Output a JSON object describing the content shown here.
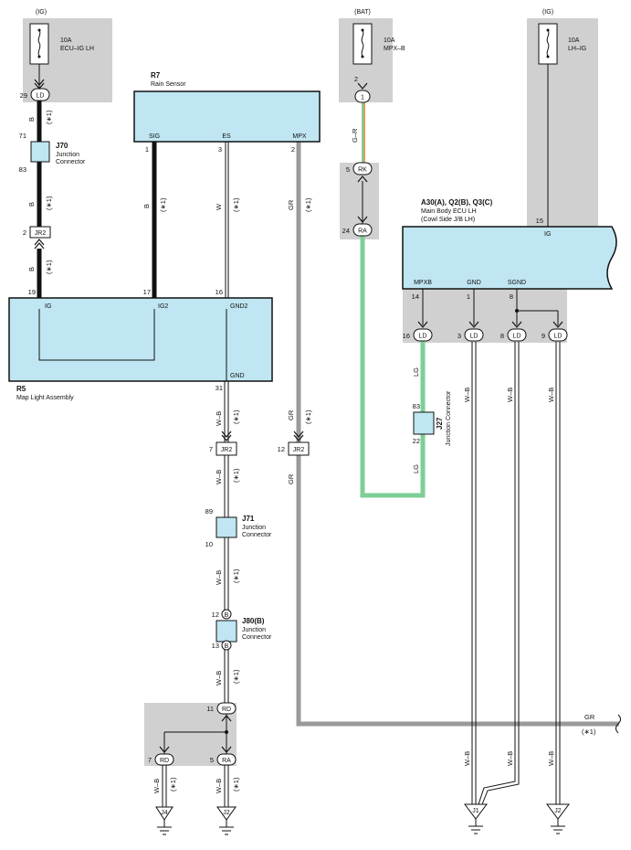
{
  "colors": {
    "component_fill": "#bfe6f2",
    "shade": "#d0d0d0",
    "wire_black": "#111111",
    "wire_gray": "#9a9a9a",
    "wire_green": "#7dcf96",
    "wire_orange": "#e59b5a"
  },
  "fuses": {
    "ecu_ig": {
      "source": "(IG)",
      "rating": "10A",
      "name": "ECU–IG LH",
      "pin": "29",
      "conn": "LD"
    },
    "mpx_b": {
      "source": "(BAT)",
      "rating": "10A",
      "name": "MPX–B",
      "pin": "2",
      "conn": "1"
    },
    "lh_ig": {
      "source": "(IG)",
      "rating": "10A",
      "name": "LH–IG"
    }
  },
  "r7": {
    "code": "R7",
    "name": "Rain Sensor",
    "pins": {
      "sig": "SIG",
      "es": "ES",
      "mpx": "MPX"
    },
    "pin_nums": {
      "sig": "1",
      "es": "3",
      "mpx": "2"
    }
  },
  "r5": {
    "code": "R5",
    "name": "Map Light Assembly",
    "pins": {
      "ig": "IG",
      "ig2": "IG2",
      "gnd2": "GND2",
      "gnd": "GND"
    },
    "pin_nums": {
      "ig": "19",
      "ig2": "17",
      "gnd2": "16",
      "gnd": "31"
    }
  },
  "ecu": {
    "code": "A30(A), Q2(B), Q3(C)",
    "name": "Main Body ECU LH",
    "sub": "(Cowl Side J/B LH)",
    "pins": {
      "ig": "IG",
      "mpxb": "MPXB",
      "gnd": "GND",
      "sgnd": "SGND"
    },
    "pin_nums": {
      "ig": "15",
      "mpxb": "14",
      "gnd": "1",
      "sgnd": "8"
    }
  },
  "junctions": {
    "j70": {
      "code": "J70",
      "name": "Junction",
      "name2": "Connector",
      "pin_top": "71",
      "pin_bottom": "83"
    },
    "j71": {
      "code": "J71",
      "name": "Junction",
      "name2": "Connector",
      "pin_top": "89",
      "pin_bottom": "10"
    },
    "j80": {
      "code": "J80(B)",
      "name": "Junction",
      "name2": "Connector",
      "pin_top": "12",
      "pin_bottom": "13",
      "conn": "B"
    },
    "j27": {
      "code": "J27",
      "name": "Junction Connector",
      "pin_top": "83",
      "pin_bottom": "22"
    }
  },
  "connectors": {
    "jr2_left": {
      "pin": "2",
      "label": "JR2"
    },
    "jr2_mid": {
      "pin": "7",
      "label": "JR2"
    },
    "jr2_gr": {
      "pin": "12",
      "label": "JR2"
    },
    "rk": {
      "pin": "5",
      "label": "RK"
    },
    "ra_top": {
      "pin": "24",
      "label": "RA"
    },
    "ld16": {
      "pin": "16",
      "label": "LD"
    },
    "ld3": {
      "pin": "3",
      "label": "LD"
    },
    "ld8": {
      "pin": "8",
      "label": "LD"
    },
    "ld9": {
      "pin": "9",
      "label": "LD"
    },
    "rd11": {
      "pin": "11",
      "label": "RD"
    },
    "rd7": {
      "pin": "7",
      "label": "RD"
    },
    "ra5": {
      "pin": "5",
      "label": "RA"
    }
  },
  "wires": {
    "b": "B",
    "w": "W",
    "gr": "GR",
    "gr_r": "G–R",
    "lg": "LG",
    "wb": "W–B",
    "note": "(∗1)"
  },
  "grounds": {
    "j4": "J4",
    "j2a": "J2",
    "j1": "J1",
    "j2b": "J2"
  }
}
